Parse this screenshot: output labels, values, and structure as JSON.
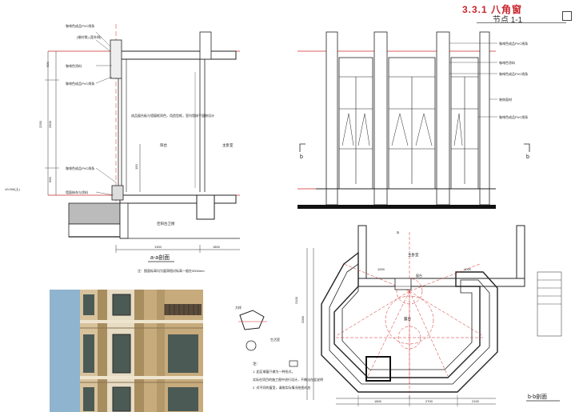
{
  "header": {
    "title": "3.3.1  八角窗",
    "subtitle": "节点 1-1"
  },
  "section_aa": {
    "notes_left": [
      "咖啡色成品PVC线条",
      "(钢衬骨) (室外侧)",
      "咖啡色涂料",
      "咖啡色成品PVC线条"
    ],
    "note_window": "成品窗台板与墙窗框同色，用造型框，室内墙体平面按设计",
    "note_lower": "咖啡色成品PVC线条",
    "note_floor": "墙面抹灰与涂料",
    "label_main": "阳台",
    "label_right": "主卧室",
    "label_bottom": "佳阳台卫厨",
    "dims": [
      "900",
      "2250",
      "2500",
      "600",
      "150",
      "1300",
      "1800"
    ],
    "level": "±0.000(土)",
    "caption": "a-a剖面",
    "footnote": "注：图面标高均为窗洞相对标高一般在3000mm"
  },
  "elevation": {
    "notes": [
      "咖啡色成品PVC线条",
      "咖啡色涂料",
      "咖啡色成品PVC线条",
      "装饰面材",
      "咖啡色成品PVC线条"
    ],
    "left_marker": "b",
    "right_marker": "b"
  },
  "plan_bb": {
    "label_top": "a",
    "label_master": "主卧室",
    "label_center": "露台",
    "label_sill": "窗台",
    "label_left": "生活室",
    "caption": "b-b剖面",
    "dims": [
      "1000",
      "1000",
      "2000",
      "2100",
      "1800",
      "2700",
      "2100"
    ],
    "detail_label": "大样",
    "notes": [
      "注：",
      "1. 此区域窗只做为一种形式，",
      "   实际在项目的施工图中进行设计，不做法在此说明",
      "2. 对不同的窗型，请按实际情况绘图对应"
    ]
  },
  "colors": {
    "accent_red": "#d12a2a",
    "line_dark": "#222222",
    "facade_blue": "#8fb4cf",
    "facade_tan": "#c7ab7d"
  }
}
